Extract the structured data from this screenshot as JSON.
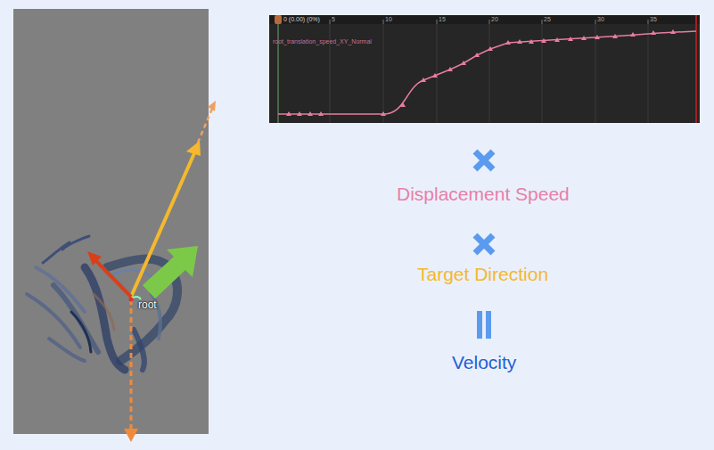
{
  "diagram": {
    "labels": [
      "root",
      "0 (0.00) (0%)",
      "5",
      "10",
      "15",
      "20",
      "25",
      "30",
      "35",
      "root_translation_speed_XY_Normal",
      "Displacement Speed",
      "Target Direction",
      "Velocity"
    ]
  }
}
